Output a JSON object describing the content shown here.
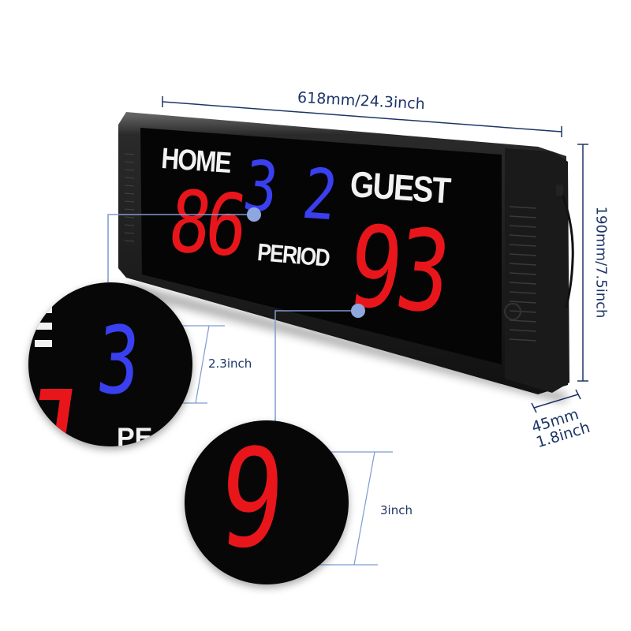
{
  "product": {
    "type": "LED electronic scoreboard",
    "labels": {
      "home": "HOME",
      "guest": "GUEST",
      "period": "PERIOD"
    },
    "scores": {
      "home": "86",
      "guest": "93"
    },
    "period": {
      "left_digit": "3",
      "right_digit": "2"
    }
  },
  "dimensions": {
    "width": "618mm/24.3inch",
    "height": "190mm/7.5inch",
    "depth_mm": "45mm",
    "depth_inch": "1.8inch"
  },
  "callouts": [
    {
      "digit": "3",
      "color": "blue",
      "size": "2.3inch"
    },
    {
      "digit": "9",
      "color": "red",
      "size": "3inch"
    }
  ],
  "colors": {
    "score_red": "#e8161b",
    "period_blue": "#3a3ff0",
    "label_white": "#f2f2f2",
    "panel_black": "#050505",
    "dimension_navy": "#1d3566",
    "leader_blue": "#8ea7de"
  }
}
